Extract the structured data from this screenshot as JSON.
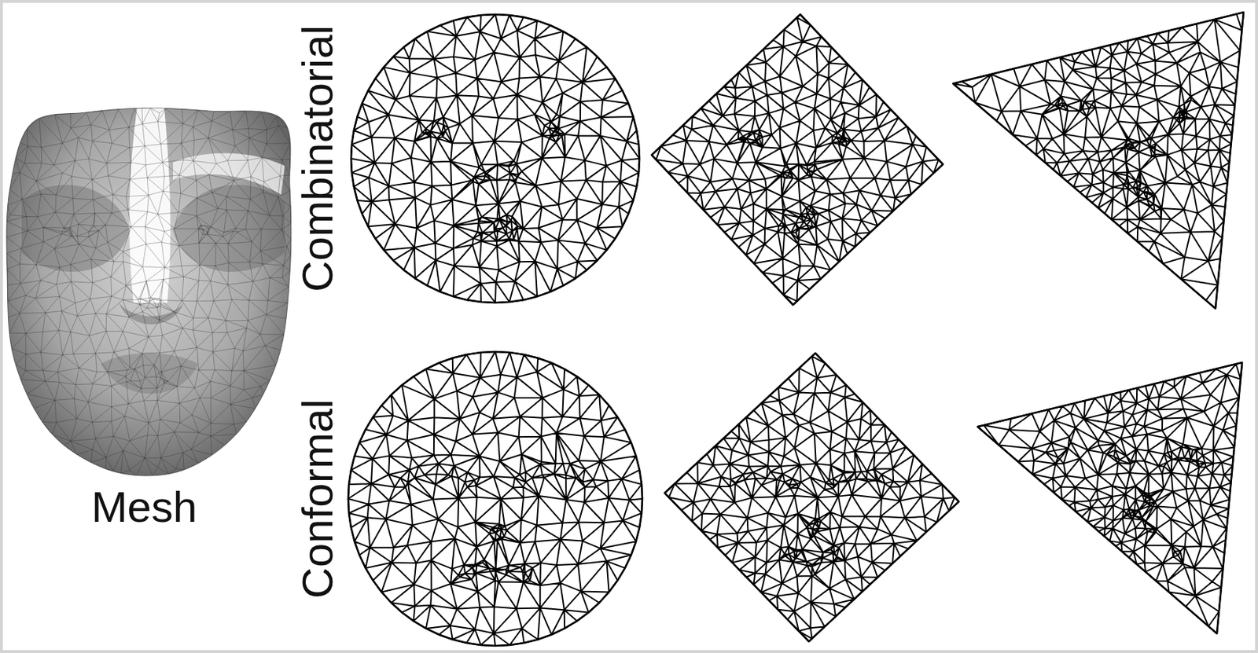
{
  "diagram": {
    "labels": [
      "Combinatorial",
      "Mesh",
      "Conformal"
    ]
  }
}
